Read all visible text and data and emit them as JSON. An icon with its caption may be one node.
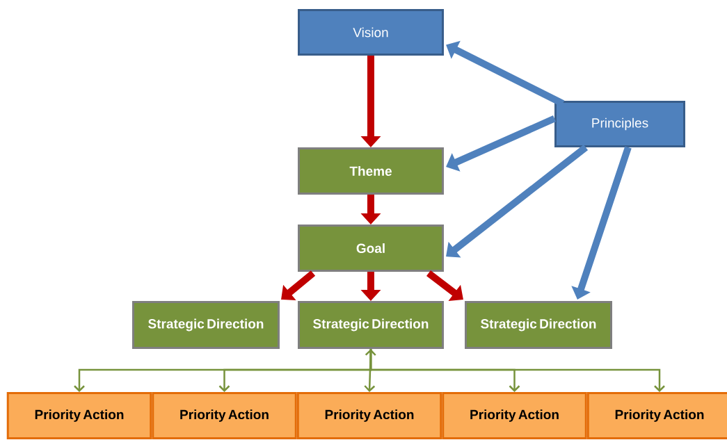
{
  "diagram": {
    "nodes": [
      {
        "text": [
          "Vision"
        ]
      },
      {
        "text": [
          "Principles"
        ]
      },
      {
        "text": [
          "Theme"
        ]
      },
      {
        "text": [
          "Goal"
        ]
      },
      {
        "text": [
          "Strategic Direction"
        ]
      },
      {
        "text": [
          "Strategic Direction"
        ]
      },
      {
        "text": [
          "Strategic Direction"
        ]
      },
      {
        "text": [
          "Priority Action"
        ]
      },
      {
        "text": [
          "Priority Action"
        ]
      },
      {
        "text": [
          "Priority Action"
        ]
      },
      {
        "text": [
          "Priority Action"
        ]
      },
      {
        "text": [
          "Priority Action"
        ]
      }
    ],
    "edges": [
      {
        "from": 0,
        "to": 2,
        "arrow": "to",
        "color": "#c00000"
      },
      {
        "from": 1,
        "to": 0,
        "arrow": "to",
        "color": "#4f81bd"
      },
      {
        "from": 1,
        "to": 2,
        "arrow": "to",
        "color": "#4f81bd"
      },
      {
        "from": 1,
        "to": 3,
        "arrow": "to",
        "color": "#4f81bd"
      },
      {
        "from": 2,
        "to": 3,
        "arrow": "to",
        "color": "#c00000"
      },
      {
        "from": 1,
        "to": 6,
        "arrow": "to",
        "color": "#4f81bd"
      },
      {
        "from": 3,
        "to": 4,
        "arrow": "to",
        "color": "#c00000"
      },
      {
        "from": 3,
        "to": 5,
        "arrow": "to",
        "color": "#c00000"
      },
      {
        "from": 3,
        "to": 6,
        "arrow": "to",
        "color": "#c00000"
      },
      {
        "from": 5,
        "to": 7,
        "arrow": "to",
        "color": "#77933c"
      },
      {
        "from": 5,
        "to": 8,
        "arrow": "to",
        "color": "#77933c"
      },
      {
        "from": 5,
        "to": 9,
        "arrow": "both",
        "color": "#77933c"
      },
      {
        "from": 5,
        "to": 10,
        "arrow": "to",
        "color": "#77933c"
      },
      {
        "from": 5,
        "to": 11,
        "arrow": "to",
        "color": "#77933c"
      }
    ]
  }
}
